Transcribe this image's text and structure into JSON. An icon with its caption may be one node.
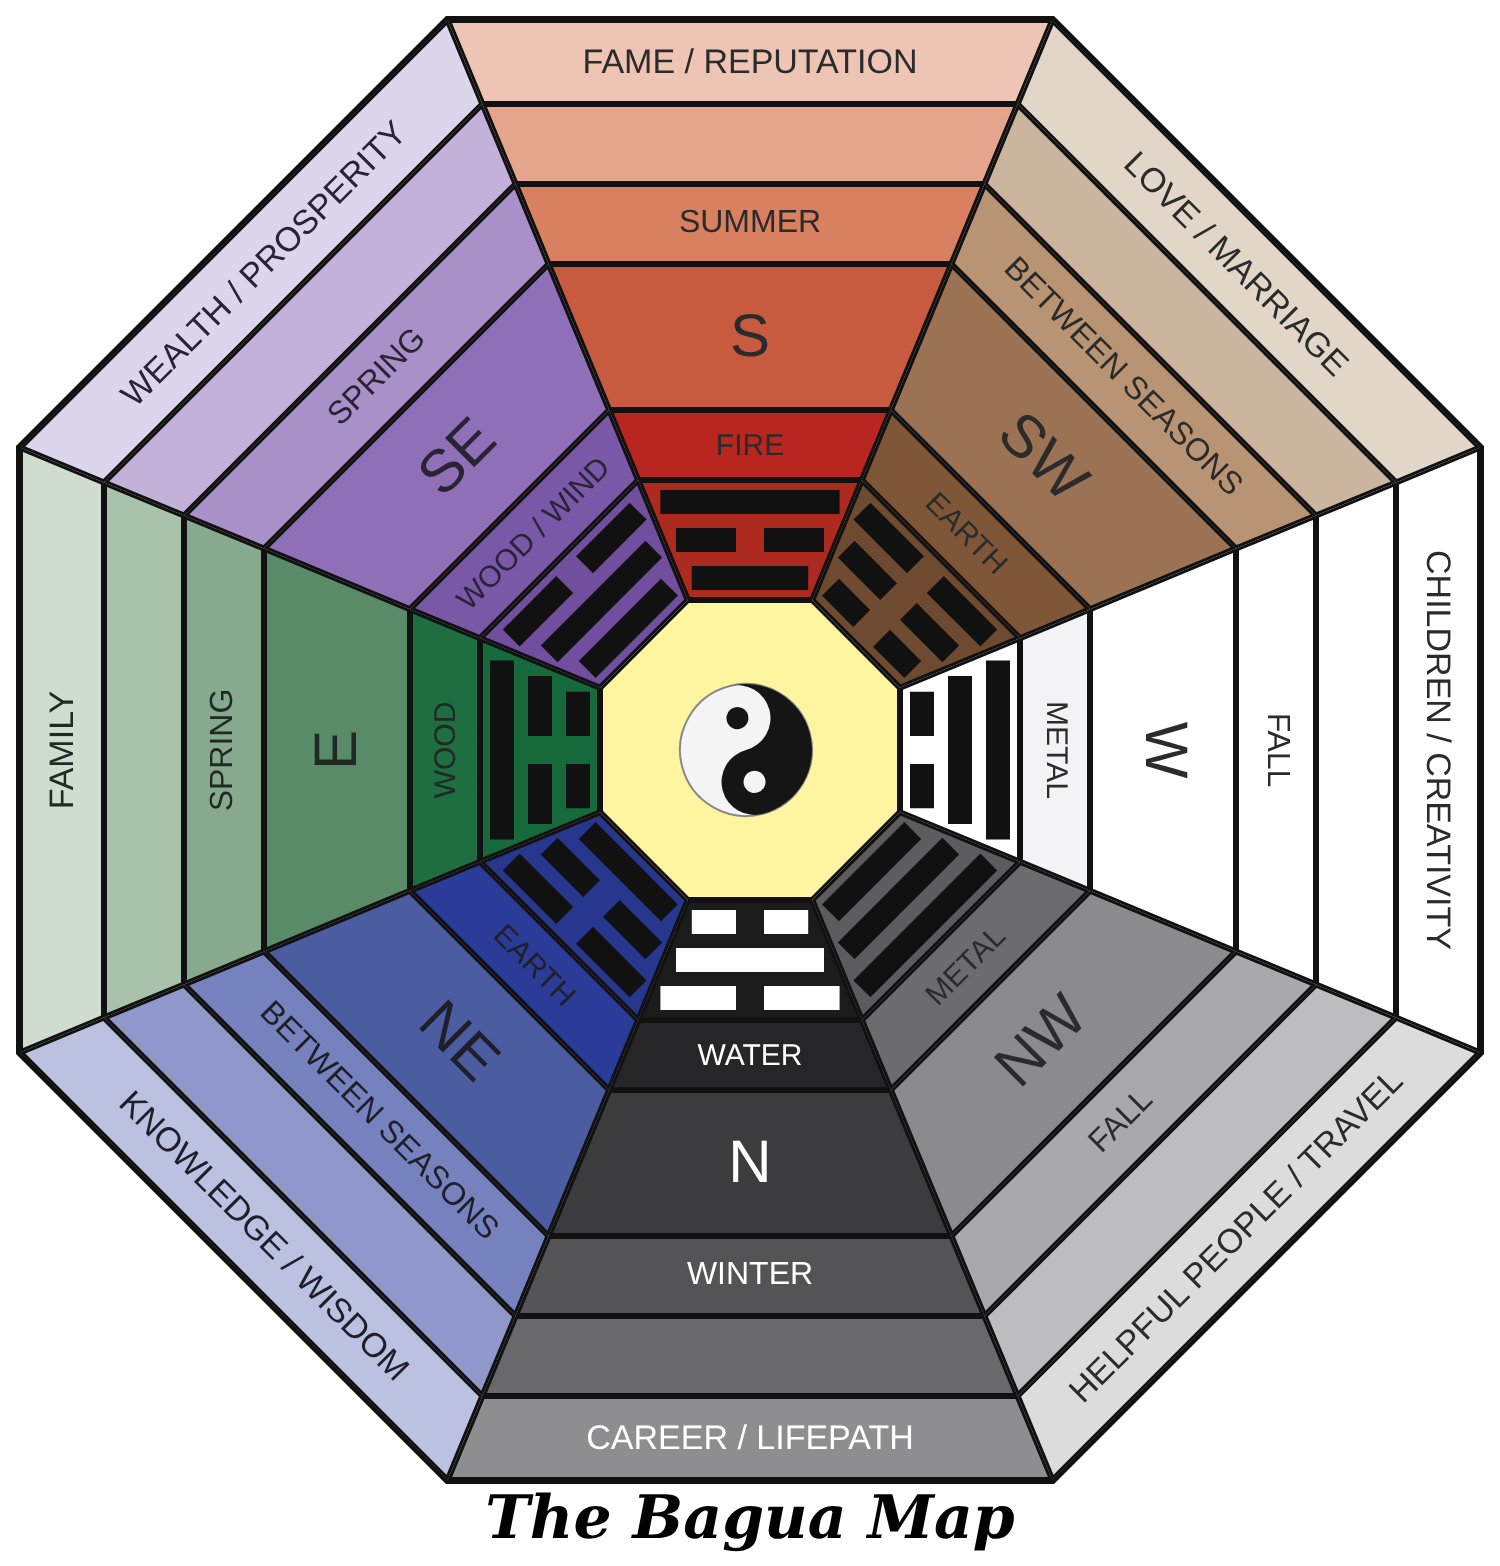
{
  "diagram": {
    "caption": "The Bagua Map",
    "nodes": [
      {
        "text": [
          "FAME / REPUTATION"
        ]
      },
      {
        "text": [],
        "shape": "band"
      },
      {
        "text": [
          "SUMMER"
        ]
      },
      {
        "text": [
          "S"
        ]
      },
      {
        "text": [
          "FIRE"
        ]
      },
      {
        "text": [
          "LOVE / MARRIAGE"
        ]
      },
      {
        "text": [],
        "shape": "band"
      },
      {
        "text": [
          "BETWEEN SEASONS"
        ]
      },
      {
        "text": [
          "SW"
        ]
      },
      {
        "text": [
          "EARTH"
        ]
      },
      {
        "text": [
          "CHILDREN / CREATIVITY"
        ]
      },
      {
        "text": [],
        "shape": "band"
      },
      {
        "text": [
          "FALL"
        ]
      },
      {
        "text": [
          "W"
        ]
      },
      {
        "text": [
          "METAL"
        ]
      },
      {
        "text": [
          "HELPFUL PEOPLE / TRAVEL"
        ]
      },
      {
        "text": [],
        "shape": "band"
      },
      {
        "text": [
          "FALL"
        ]
      },
      {
        "text": [
          "NW"
        ]
      },
      {
        "text": [
          "METAL"
        ]
      },
      {
        "text": [
          "CAREER / LIFEPATH"
        ]
      },
      {
        "text": [],
        "shape": "band"
      },
      {
        "text": [
          "WINTER"
        ]
      },
      {
        "text": [
          "N"
        ]
      },
      {
        "text": [
          "WATER"
        ]
      },
      {
        "text": [
          "KNOWLEDGE / WISDOM"
        ]
      },
      {
        "text": [],
        "shape": "band"
      },
      {
        "text": [
          "BETWEEN SEASONS"
        ]
      },
      {
        "text": [
          "NE"
        ]
      },
      {
        "text": [
          "EARTH"
        ]
      },
      {
        "text": [
          "FAMILY"
        ]
      },
      {
        "text": [],
        "shape": "band"
      },
      {
        "text": [
          "SPRING"
        ]
      },
      {
        "text": [
          "E"
        ]
      },
      {
        "text": [
          "WOOD"
        ]
      },
      {
        "text": [
          "WEALTH / PROSPERITY"
        ]
      },
      {
        "text": [],
        "shape": "band"
      },
      {
        "text": [
          "SPRING"
        ]
      },
      {
        "text": [
          "SE"
        ]
      },
      {
        "text": [
          "WOOD / WIND"
        ]
      }
    ]
  }
}
